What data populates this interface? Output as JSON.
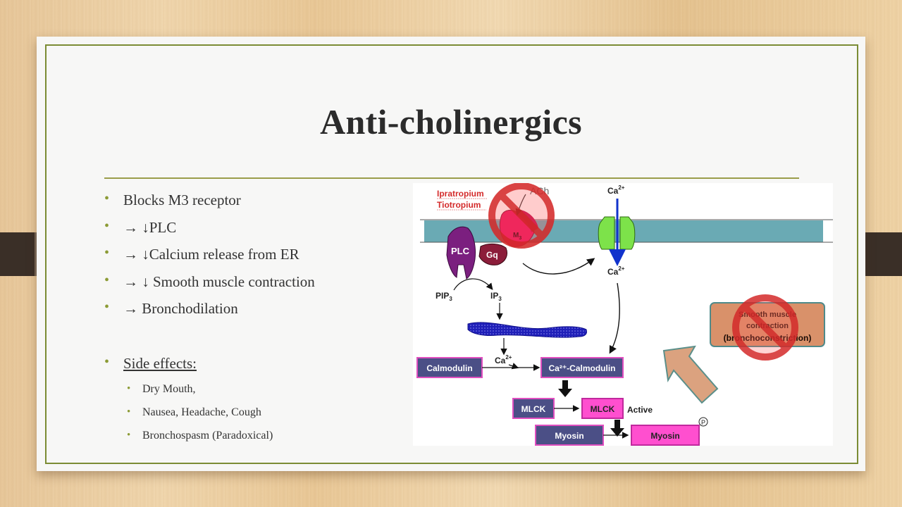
{
  "slide": {
    "title": "Anti-cholinergics",
    "bullets": [
      "Blocks M3 receptor",
      "→ ↓PLC",
      "→ ↓Calcium release from ER",
      "→ ↓ Smooth muscle contraction",
      "→ Bronchodilation"
    ],
    "side_effects_heading": "Side effects:",
    "side_effects": [
      "Dry Mouth,",
      "Nausea, Headache, Cough",
      "Bronchospasm (Paradoxical)"
    ]
  },
  "diagram": {
    "drug_1": "Ipratropium",
    "drug_2": "Tiotropium",
    "ach": "ACh",
    "receptor": "M",
    "receptor_sub": "3",
    "ca_ion": "Ca",
    "ca_charge": "2+",
    "plc": "PLC",
    "gq": "Gq",
    "pip": "PIP",
    "pip_sub": "3",
    "ip": "IP",
    "ip_sub": "3",
    "calmodulin": "Calmodulin",
    "ca_calmodulin": "Ca²⁺-Calmodulin",
    "mlck": "MLCK",
    "mlck_active": "MLCK",
    "active": "Active",
    "myosin": "Myosin",
    "myosin_p": "Myosin",
    "phospho": "P",
    "result_line1": "Smooth muscle",
    "result_line2": "contraction",
    "result_line3": "(bronchoconstriction)",
    "colors": {
      "drug_red": "#d42a2a",
      "membrane": "#6aaab4",
      "plc_purple": "#7b1f7f",
      "gq_maroon": "#8c1d3a",
      "channel_green": "#7de24a",
      "box_navy": "#4b4f86",
      "box_pink": "#ff4fcf",
      "result_fill": "#d9916a",
      "arrow_fill": "#dba27f"
    }
  }
}
